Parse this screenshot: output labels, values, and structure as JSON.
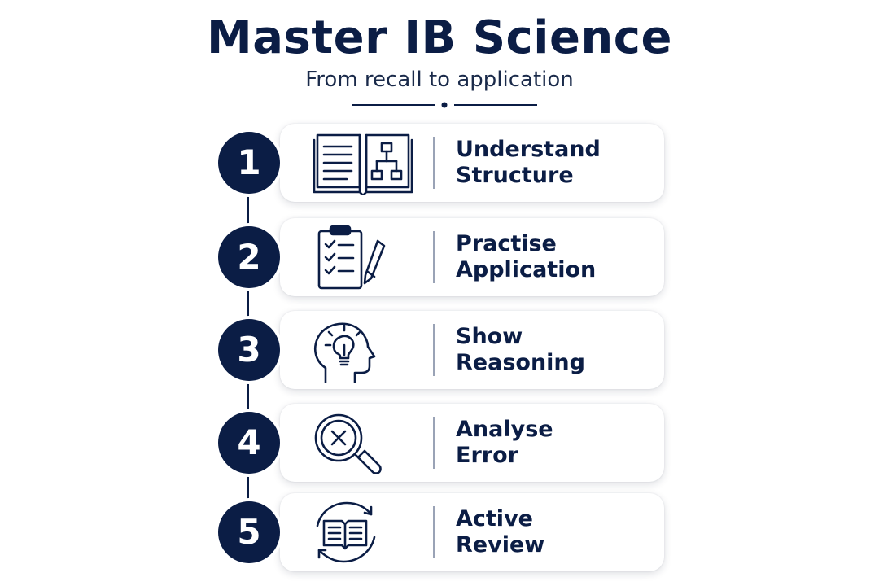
{
  "header": {
    "title": "Master IB Science",
    "subtitle": "From recall to application"
  },
  "colors": {
    "primary": "#0b1d45",
    "card_background": "#ffffff",
    "separator": "#9aa3b6"
  },
  "steps": [
    {
      "number": "1",
      "line1": "Understand",
      "line2": "Structure",
      "icon": "open-book-diagram-icon"
    },
    {
      "number": "2",
      "line1": "Practise",
      "line2": "Application",
      "icon": "clipboard-checklist-pencil-icon"
    },
    {
      "number": "3",
      "line1": "Show",
      "line2": "Reasoning",
      "icon": "head-lightbulb-icon"
    },
    {
      "number": "4",
      "line1": "Analyse",
      "line2": "Error",
      "icon": "magnifier-cross-icon"
    },
    {
      "number": "5",
      "line1": "Active",
      "line2": "Review",
      "icon": "book-cycle-arrows-icon"
    }
  ]
}
